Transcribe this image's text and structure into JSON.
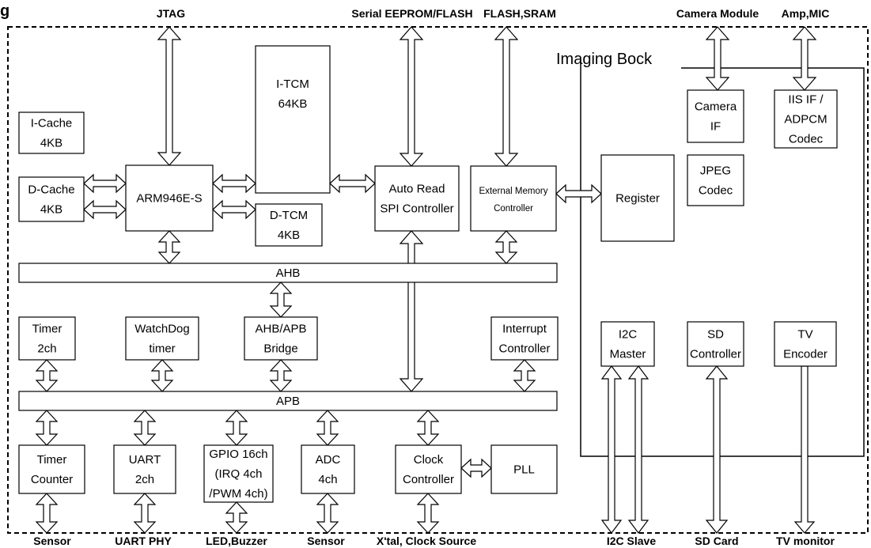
{
  "title_fragment": "g",
  "external": {
    "jtag": "JTAG",
    "serial_eeprom": "Serial EEPROM/FLASH",
    "flash_sram": "FLASH,SRAM",
    "camera_module": "Camera Module",
    "amp_mic": "Amp,MIC",
    "sensor_left": "Sensor",
    "uart_phy": "UART PHY",
    "led_buzzer": "LED,Buzzer",
    "sensor_adc": "Sensor",
    "xtal": "X'tal, Clock Source",
    "i2c_slave": "I2C Slave",
    "sd_card": "SD Card",
    "tv_monitor": "TV monitor"
  },
  "blocks": {
    "icache": [
      "I-Cache",
      "4KB"
    ],
    "dcache": [
      "D-Cache",
      "4KB"
    ],
    "arm": [
      "ARM946E-S"
    ],
    "itcm": [
      "I-TCM",
      "64KB"
    ],
    "dtcm": [
      "D-TCM",
      "4KB"
    ],
    "autoread": [
      "Auto Read",
      "SPI Controller"
    ],
    "extmem": [
      "External Memory",
      "Controller"
    ],
    "register": [
      "Register"
    ],
    "camif": [
      "Camera",
      "IF"
    ],
    "iis": [
      "IIS IF /",
      "ADPCM",
      "Codec"
    ],
    "jpeg": [
      "JPEG",
      "Codec"
    ],
    "ahb": [
      "AHB"
    ],
    "apb": [
      "APB"
    ],
    "timer": [
      "Timer",
      "2ch"
    ],
    "watchdog": [
      "WatchDog",
      "timer"
    ],
    "bridge": [
      "AHB/APB",
      "Bridge"
    ],
    "interrupt": [
      "Interrupt",
      "Controller"
    ],
    "i2c": [
      "I2C",
      "Master"
    ],
    "sd": [
      "SD",
      "Controller"
    ],
    "tv": [
      "TV",
      "Encoder"
    ],
    "timercounter": [
      "Timer",
      "Counter"
    ],
    "uart": [
      "UART",
      "2ch"
    ],
    "gpio": [
      "GPIO 16ch",
      "(IRQ 4ch",
      "/PWM 4ch)"
    ],
    "adc": [
      "ADC",
      "4ch"
    ],
    "clock": [
      "Clock",
      "Controller"
    ],
    "pll": [
      "PLL"
    ]
  },
  "imaging_block": "Imaging Bock"
}
